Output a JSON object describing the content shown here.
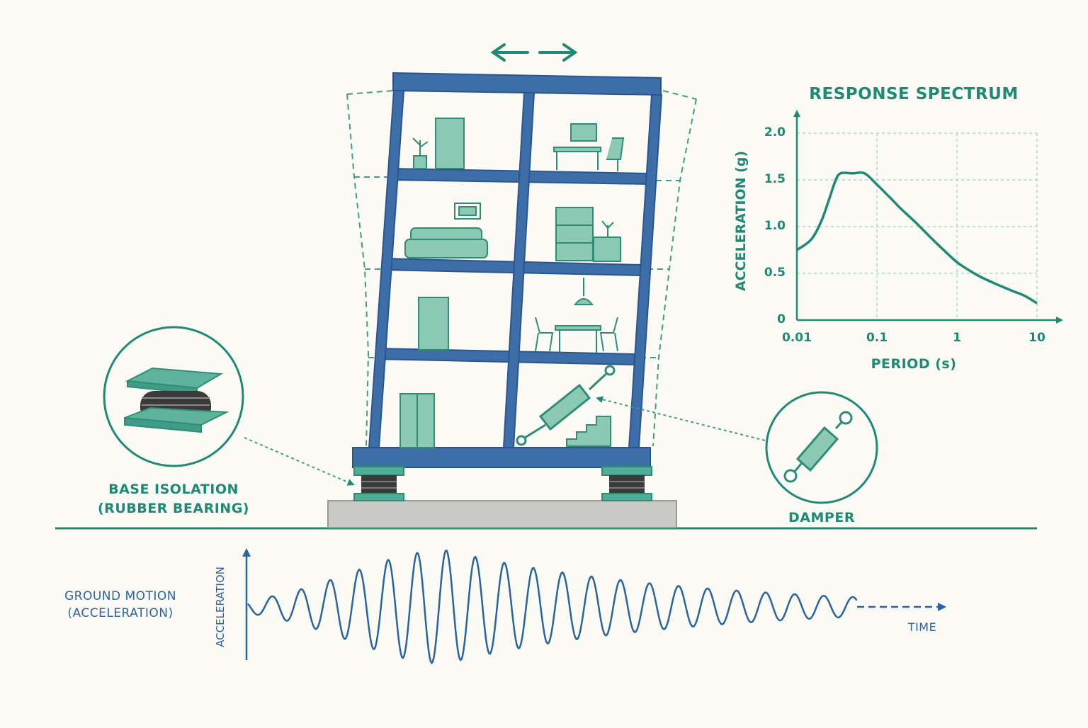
{
  "labels": {
    "base_isolation_line1": "BASE ISOLATION",
    "base_isolation_line2": "(RUBBER BEARING)",
    "damper": "DAMPER",
    "ground_motion_line1": "GROUND MOTION",
    "ground_motion_line2": "(ACCELERATION)",
    "ground_motion_axis": "ACCELERATION",
    "time_axis": "TIME"
  },
  "chart_data": {
    "type": "line",
    "title": "RESPONSE SPECTRUM",
    "xlabel": "PERIOD (s)",
    "ylabel": "ACCELERATION (g)",
    "x_scale": "log",
    "grid": true,
    "xlim": [
      0.01,
      10
    ],
    "ylim": [
      0,
      2.0
    ],
    "x_ticks": [
      "0.01",
      "0.1",
      "1",
      "10"
    ],
    "y_ticks": [
      "0",
      "0.5",
      "1.0",
      "1.5",
      "2.0"
    ],
    "series": [
      {
        "x": [
          0.01,
          0.015,
          0.02,
          0.025,
          0.03,
          0.035,
          0.05,
          0.07,
          0.1,
          0.15,
          0.2,
          0.3,
          0.5,
          0.7,
          1,
          1.5,
          2,
          3,
          5,
          7,
          10
        ],
        "y": [
          0.75,
          0.86,
          1.05,
          1.28,
          1.48,
          1.57,
          1.57,
          1.57,
          1.45,
          1.3,
          1.19,
          1.05,
          0.86,
          0.74,
          0.62,
          0.52,
          0.46,
          0.39,
          0.31,
          0.26,
          0.18
        ]
      }
    ]
  },
  "colors": {
    "teal": "#1f8a74",
    "teal_fill": "#5fb39c",
    "blue": "#2a64a0",
    "frame_blue": "#3e6ea8",
    "background": "#fbfaf5"
  }
}
